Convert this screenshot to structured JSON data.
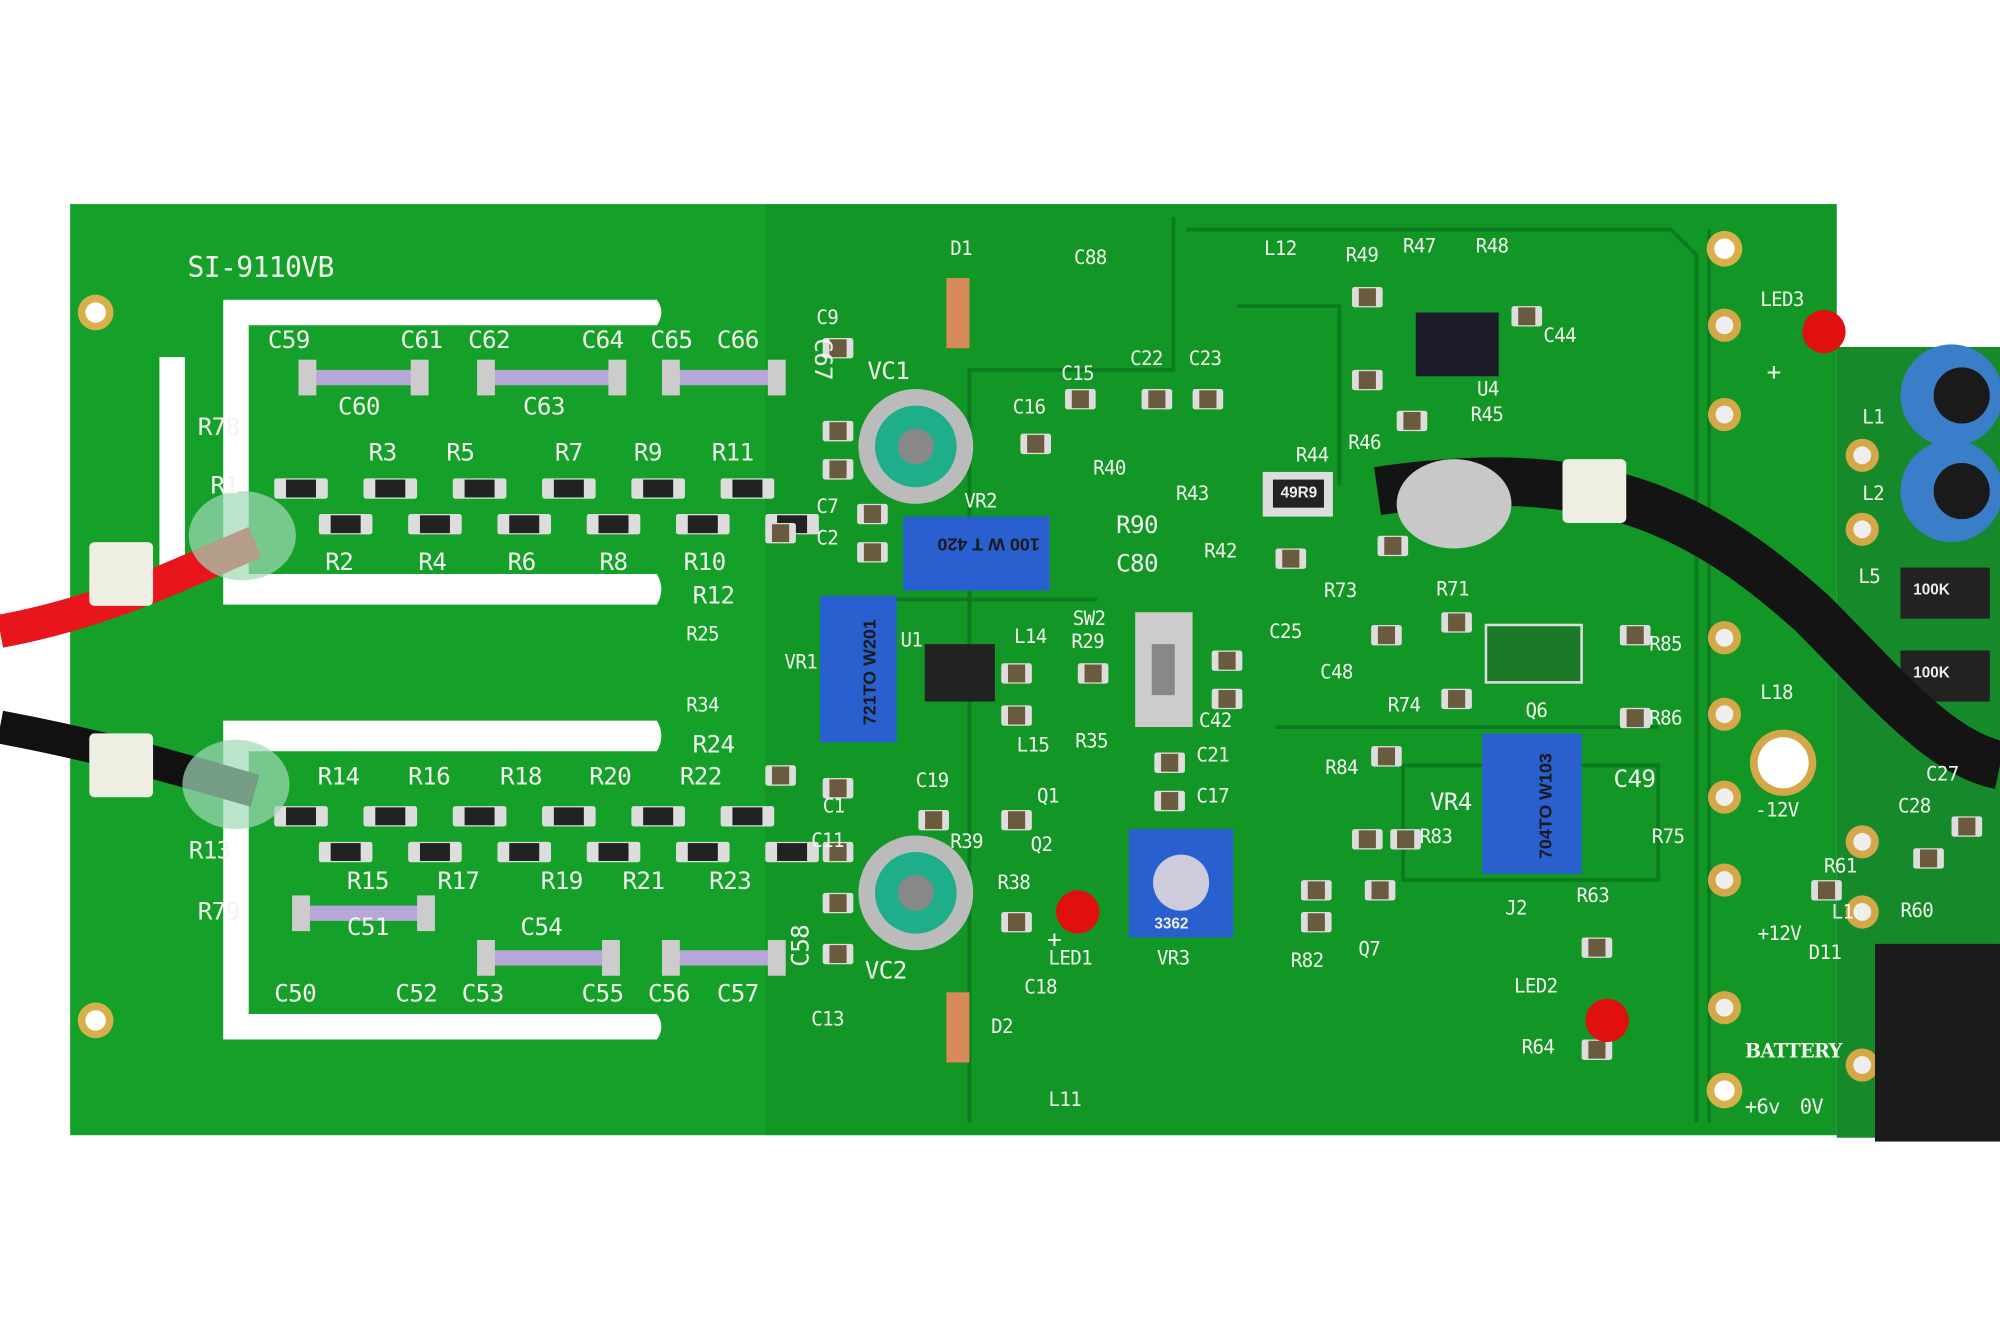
{
  "board_id": "SI-9110VB",
  "silkscreen": [
    "C59",
    "C61",
    "C62",
    "C64",
    "C65",
    "C66",
    "C60",
    "C63",
    "C67",
    "R78",
    "R3",
    "R5",
    "R7",
    "R9",
    "R11",
    "R1",
    "R2",
    "R4",
    "R6",
    "R8",
    "R10",
    "R12",
    "R25",
    "VR1",
    "U1",
    "R34",
    "R24",
    "R14",
    "R16",
    "R18",
    "R20",
    "R22",
    "R13",
    "R15",
    "R17",
    "R19",
    "R21",
    "R23",
    "R79",
    "C51",
    "C54",
    "C58",
    "C50",
    "C52",
    "C53",
    "C55",
    "C56",
    "C57",
    "C13",
    "C9",
    "C7",
    "C2",
    "C1",
    "C11",
    "VC1",
    "VC2",
    "VR2",
    "D1",
    "D2",
    "C88",
    "C15",
    "C16",
    "C22",
    "C23",
    "R40",
    "R43",
    "R90",
    "C80",
    "R42",
    "L12",
    "R49",
    "R47",
    "R48",
    "LED3",
    "C44",
    "U4",
    "R45",
    "R46",
    "R44",
    "R73",
    "R71",
    "C25",
    "C48",
    "R74",
    "R85",
    "Q6",
    "R86",
    "SW2",
    "R29",
    "L14",
    "L15",
    "R35",
    "C42",
    "C21",
    "C17",
    "Q1",
    "Q2",
    "R39",
    "R38",
    "C19",
    "LED1",
    "C18",
    "VR3",
    "R84",
    "VR4",
    "R83",
    "C49",
    "R75",
    "R82",
    "Q7",
    "J2",
    "R63",
    "LED2",
    "R64",
    "L11",
    "L18",
    "-12V",
    "+12V",
    "R61",
    "L16",
    "R60",
    "D11",
    "C27",
    "C28",
    "L1",
    "L2",
    "L5",
    "+",
    "+"
  ],
  "battery": {
    "label": "BATTERY",
    "plus": "+6v",
    "zero": "0V"
  },
  "component_markings": [
    "100 W T 420",
    "721TO W201",
    "704TO W103",
    "3362",
    "49R9",
    "100K",
    "100K"
  ],
  "colors": {
    "board": "#15a02a",
    "cable_red": "#e8161c",
    "trimmer_blue": "#2a5fd0",
    "led_red": "#e01010"
  }
}
